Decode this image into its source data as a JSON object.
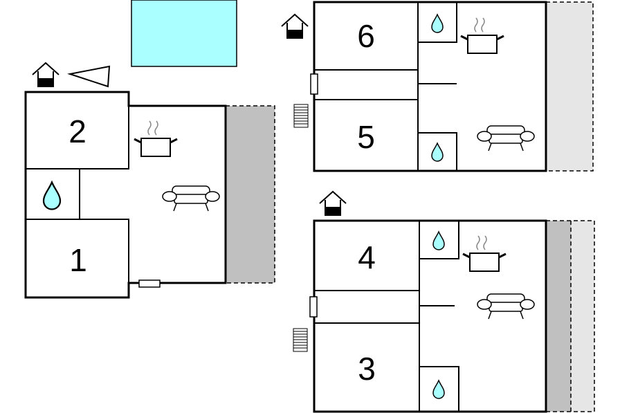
{
  "units": [
    {
      "rooms": [
        {
          "label": "2"
        },
        {
          "label": "1"
        }
      ]
    },
    {
      "rooms": [
        {
          "label": "6"
        },
        {
          "label": "5"
        }
      ]
    },
    {
      "rooms": [
        {
          "label": "4"
        },
        {
          "label": "3"
        }
      ]
    }
  ],
  "icons": {
    "pool": "pool-icon",
    "house": "house-icon",
    "north": "north-arrow-icon",
    "cooktop": "cooktop-icon",
    "sofa": "sofa-icon",
    "water_drop": "water-drop-icon",
    "stairs": "stairs-icon",
    "door": "door-icon"
  },
  "colors": {
    "pool": "#aaffff",
    "terrace_dark": "#c0c0c0",
    "terrace_light": "#e6e6e6",
    "drop": "#aaffff",
    "wall": "#000000"
  }
}
